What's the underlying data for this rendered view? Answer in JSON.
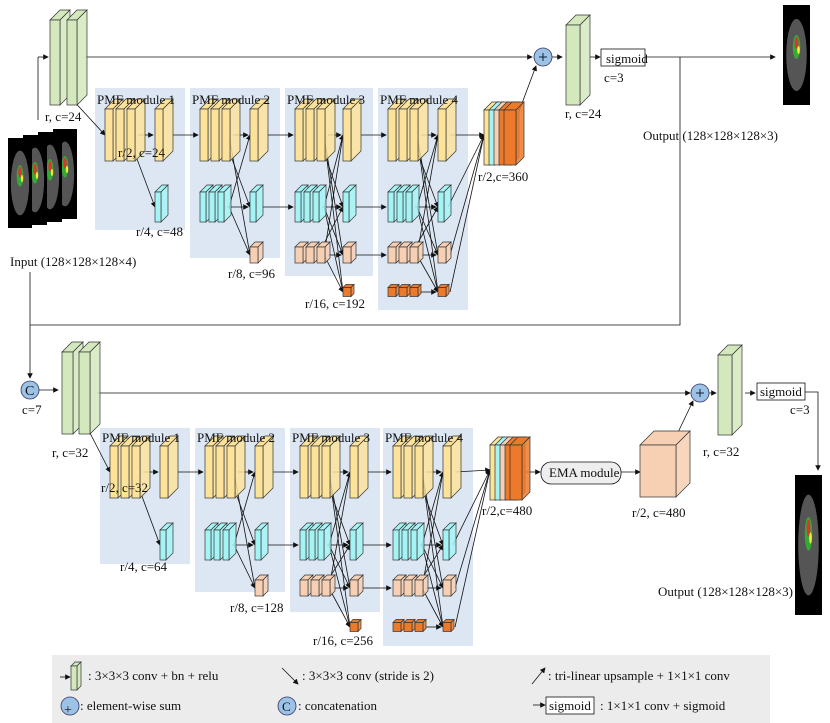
{
  "top": {
    "input_label": "Input (128×128×128×4)",
    "stem_label": "r, c=24",
    "modules": [
      "PMF module 1",
      "PMF module 2",
      "PMF module 3",
      "PMF module 4"
    ],
    "scale_labels": [
      "r/2, c=24",
      "r/4, c=48",
      "r/8, c=96",
      "r/16, c=192"
    ],
    "concat_label": "r/2,c=360",
    "out_block_label": "r, c=24",
    "sigmoid": "sigmoid",
    "c_label": "c=3",
    "output_label": "Output  (128×128×128×3)"
  },
  "bottom": {
    "concat_symbol": "C",
    "concat_c": "c=7",
    "stem_label": "r, c=32",
    "modules": [
      "PMF module 1",
      "PMF module 2",
      "PMF module 3",
      "PMF module 4"
    ],
    "scale_labels": [
      "r/2, c=32",
      "r/4, c=64",
      "r/8, c=128",
      "r/16, c=256"
    ],
    "concat_label": "r/2,c=480",
    "ema": "EMA module",
    "ema_label": "r/2, c=480",
    "out_block_label": "r, c=32",
    "sigmoid": "sigmoid",
    "c_label": "c=3",
    "output_label": "Output  (128×128×128×3)"
  },
  "legend": {
    "conv": ": 3×3×3 conv + bn + relu",
    "stride": ": 3×3×3 conv (stride is 2)",
    "upsample": ": tri-linear upsample + 1×1×1 conv",
    "sum": ": element-wise sum",
    "sum_symbol": "+",
    "concat": ": concatenation",
    "concat_symbol": "C",
    "sigmoid_box": "sigmoid",
    "sigmoid": ": 1×1×1 conv + sigmoid"
  },
  "colors": {
    "yellow": "#fde39a",
    "cyan": "#a4f4f6",
    "peach": "#f7cfb3",
    "orange": "#ec7a2a",
    "green": "#d3e8bd",
    "module_bg": "#dce7f3",
    "circle": "#9cc3e6",
    "legend_bg": "#ececec"
  }
}
